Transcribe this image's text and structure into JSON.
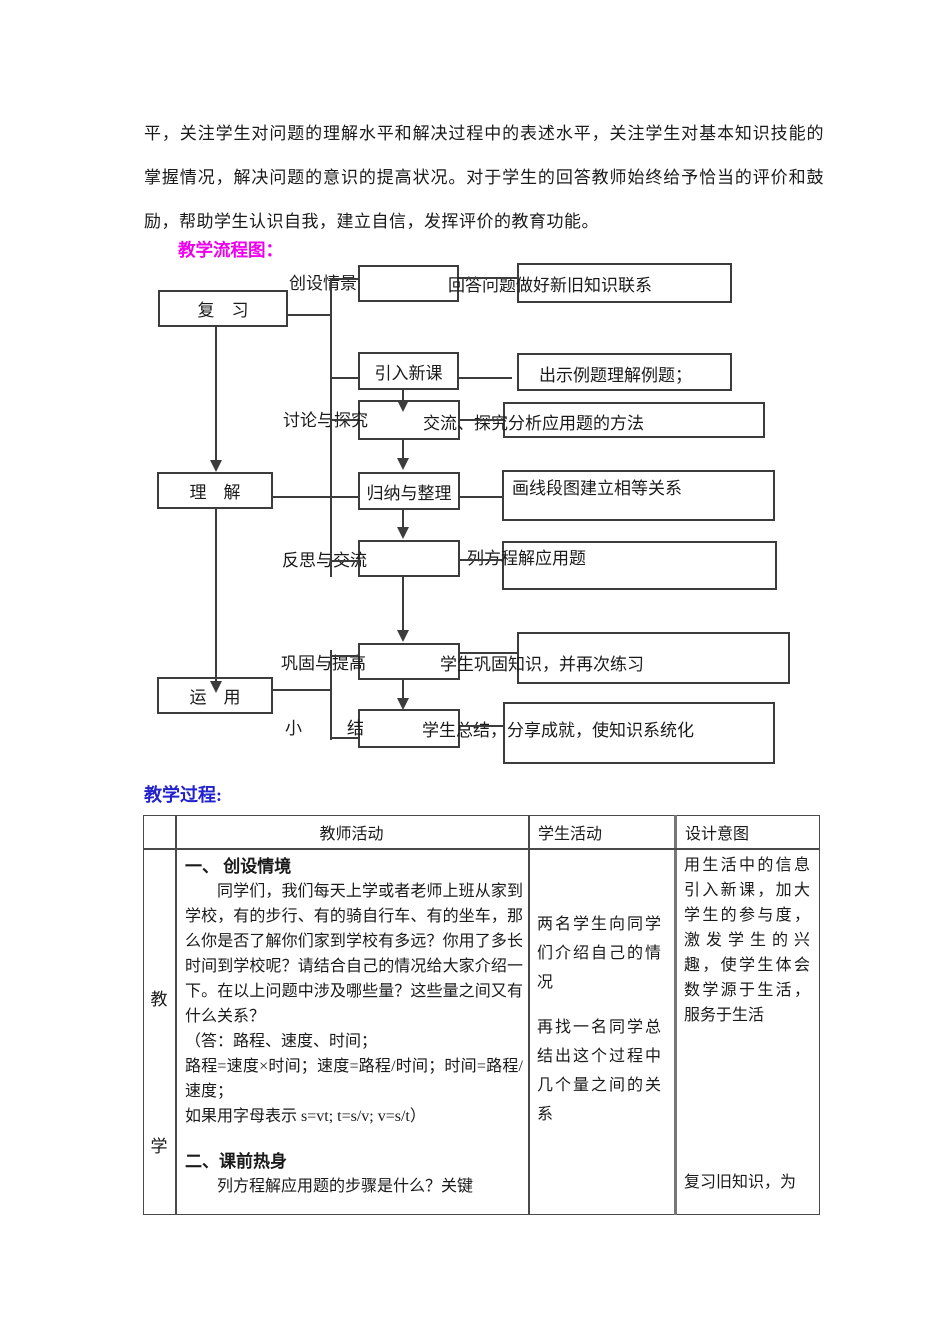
{
  "colors": {
    "flow_heading": "#ee00ee",
    "process_heading": "#2222cc",
    "text": "#1a1a1a",
    "line": "#3c3c3c"
  },
  "intro": {
    "paragraph": "平，关注学生对问题的理解水平和解决过程中的表述水平，关注学生对基本知识技能的掌握情况，解决问题的意识的提高状况。对于学生的回答教师始终给予恰当的评价和鼓励，帮助学生认识自我，建立自信，发挥评价的教育功能。"
  },
  "flow": {
    "heading": "教学流程图：",
    "boxes": {
      "review": "复　习",
      "understand": "理　解",
      "apply": "运　用",
      "intro_new": "引入新课",
      "organize": "归纳与整理"
    },
    "labels": {
      "create_context": "创设情景",
      "discuss": "讨论与探究",
      "reflect": "反思与交流",
      "consolidate": "巩固与提高",
      "sum_left": "小",
      "sum_right": "结"
    },
    "notes": {
      "answer": "回答问题做好新旧知识联系",
      "examples": "出示例题理解例题；",
      "exchange": "交流、探究分析应用题的方法",
      "segments": "画线段图建立相等关系",
      "equations": "列方程解应用题",
      "practice": "学生巩固知识，并再次练习",
      "summary": "学生总结，分享成就，使知识系统化"
    }
  },
  "process": {
    "heading": "教学过程:",
    "table": {
      "header": {
        "teacher": "教师活动",
        "student": "学生活动",
        "intent": "设计意图"
      },
      "side": {
        "top": "教",
        "bottom": "学"
      },
      "teacher": {
        "s1_title": "一、 创设情境",
        "s1_para": "同学们，我们每天上学或者老师上班从家到学校，有的步行、有的骑自行车、有的坐车，那么你是否了解你们家到学校有多远？你用了多长时间到学校呢？请结合自己的情况给大家介绍一下。在以上问题中涉及哪些量？这些量之间又有什么关系？",
        "ans1": "（答：路程、速度、时间；",
        "ans2": "路程=速度×时间；速度=路程/时间；时间=路程/速度；",
        "ans3": "如果用字母表示 s=vt; t=s/v;  v=s/t）",
        "s2_title": "二、课前热身",
        "s2_para": "列方程解应用题的步骤是什么？关键"
      },
      "student": {
        "p1": "两名学生向同学们介绍自己的情况",
        "p2": "再找一名同学总结出这个过程中几个量之间的关系"
      },
      "intent": {
        "p1": "用生活中的信息引入新课，加大学生的参与度，激发学生的兴趣，使学生体会数学源于生活，服务于生活",
        "p2": "复习旧知识，为"
      }
    }
  }
}
